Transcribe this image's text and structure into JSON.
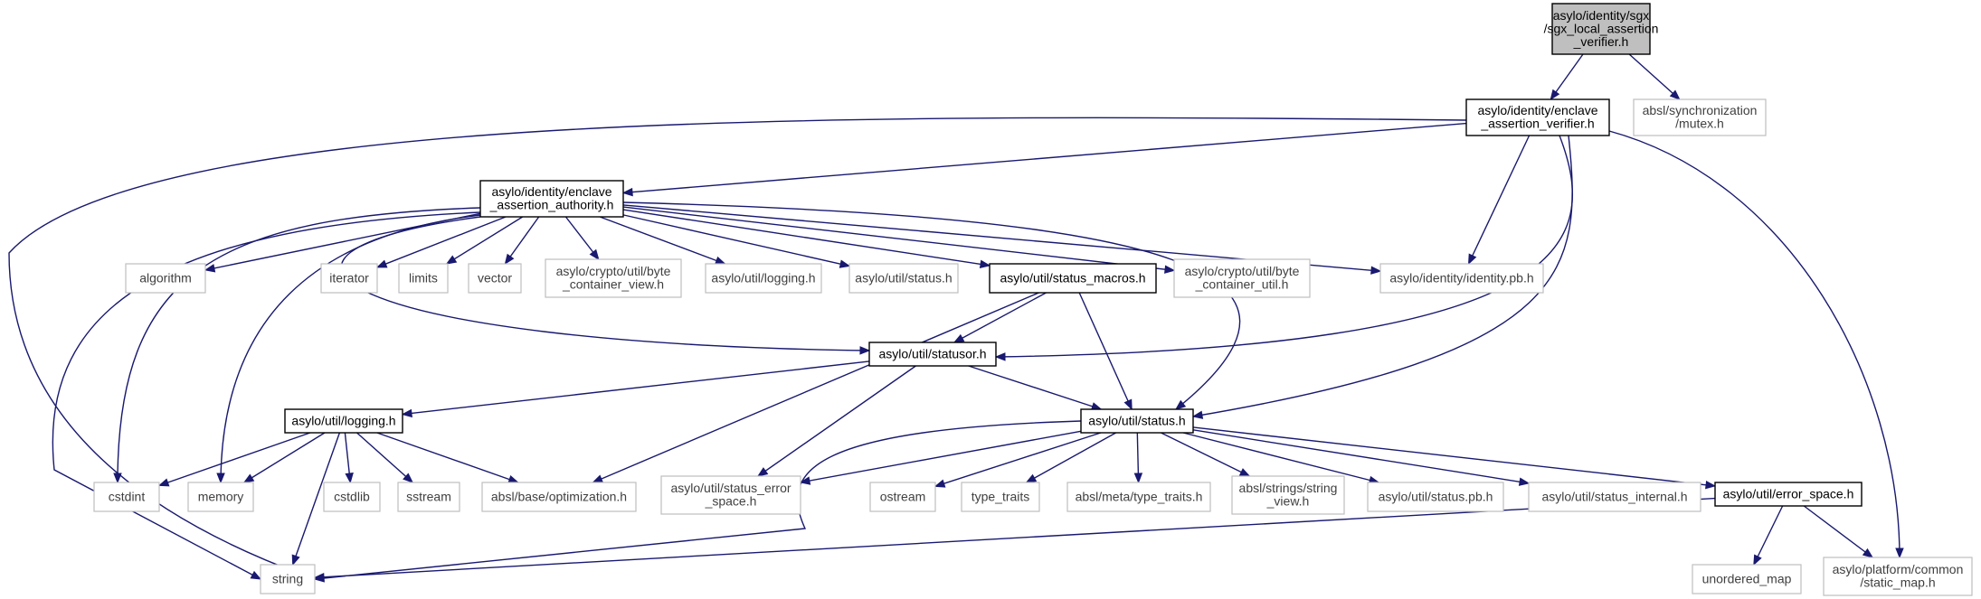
{
  "graph": {
    "nodes": [
      {
        "id": "sgx_local_assertion_verifier",
        "kind": "focus",
        "lines": [
          "asylo/identity/sgx",
          "/sgx_local_assertion",
          "_verifier.h"
        ]
      },
      {
        "id": "enclave_assertion_verifier",
        "kind": "doc",
        "lines": [
          "asylo/identity/enclave",
          "_assertion_verifier.h"
        ]
      },
      {
        "id": "absl_mutex",
        "kind": "ext",
        "lines": [
          "absl/synchronization",
          "/mutex.h"
        ]
      },
      {
        "id": "enclave_assertion_authority",
        "kind": "doc",
        "lines": [
          "asylo/identity/enclave",
          "_assertion_authority.h"
        ]
      },
      {
        "id": "algorithm",
        "kind": "ext",
        "lines": [
          "algorithm"
        ]
      },
      {
        "id": "iterator",
        "kind": "ext",
        "lines": [
          "iterator"
        ]
      },
      {
        "id": "limits",
        "kind": "ext",
        "lines": [
          "limits"
        ]
      },
      {
        "id": "vector",
        "kind": "ext",
        "lines": [
          "vector"
        ]
      },
      {
        "id": "byte_container_view",
        "kind": "ext",
        "lines": [
          "asylo/crypto/util/byte",
          "_container_view.h"
        ]
      },
      {
        "id": "util_logging_ext",
        "kind": "ext",
        "lines": [
          "asylo/util/logging.h"
        ]
      },
      {
        "id": "util_status_ext",
        "kind": "ext",
        "lines": [
          "asylo/util/status.h"
        ]
      },
      {
        "id": "status_macros",
        "kind": "doc",
        "lines": [
          "asylo/util/status_macros.h"
        ]
      },
      {
        "id": "byte_container_util",
        "kind": "ext",
        "lines": [
          "asylo/crypto/util/byte",
          "_container_util.h"
        ]
      },
      {
        "id": "identity_pb",
        "kind": "ext",
        "lines": [
          "asylo/identity/identity.pb.h"
        ]
      },
      {
        "id": "statusor",
        "kind": "doc",
        "lines": [
          "asylo/util/statusor.h"
        ]
      },
      {
        "id": "util_logging",
        "kind": "doc",
        "lines": [
          "asylo/util/logging.h"
        ]
      },
      {
        "id": "util_status",
        "kind": "doc",
        "lines": [
          "asylo/util/status.h"
        ]
      },
      {
        "id": "cstdint",
        "kind": "ext",
        "lines": [
          "cstdint"
        ]
      },
      {
        "id": "memory",
        "kind": "ext",
        "lines": [
          "memory"
        ]
      },
      {
        "id": "cstdlib",
        "kind": "ext",
        "lines": [
          "cstdlib"
        ]
      },
      {
        "id": "sstream",
        "kind": "ext",
        "lines": [
          "sstream"
        ]
      },
      {
        "id": "optimization",
        "kind": "ext",
        "lines": [
          "absl/base/optimization.h"
        ]
      },
      {
        "id": "status_error_space",
        "kind": "ext",
        "lines": [
          "asylo/util/status_error",
          "_space.h"
        ]
      },
      {
        "id": "ostream",
        "kind": "ext",
        "lines": [
          "ostream"
        ]
      },
      {
        "id": "type_traits",
        "kind": "ext",
        "lines": [
          "type_traits"
        ]
      },
      {
        "id": "absl_type_traits",
        "kind": "ext",
        "lines": [
          "absl/meta/type_traits.h"
        ]
      },
      {
        "id": "string_view",
        "kind": "ext",
        "lines": [
          "absl/strings/string",
          "_view.h"
        ]
      },
      {
        "id": "status_pb",
        "kind": "ext",
        "lines": [
          "asylo/util/status.pb.h"
        ]
      },
      {
        "id": "status_internal",
        "kind": "ext",
        "lines": [
          "asylo/util/status_internal.h"
        ]
      },
      {
        "id": "error_space",
        "kind": "doc",
        "lines": [
          "asylo/util/error_space.h"
        ]
      },
      {
        "id": "string",
        "kind": "ext",
        "lines": [
          "string"
        ]
      },
      {
        "id": "unordered_map",
        "kind": "ext",
        "lines": [
          "unordered_map"
        ]
      },
      {
        "id": "static_map",
        "kind": "ext",
        "lines": [
          "asylo/platform/common",
          "/static_map.h"
        ]
      }
    ],
    "edges": [
      [
        "sgx_local_assertion_verifier",
        "enclave_assertion_verifier"
      ],
      [
        "sgx_local_assertion_verifier",
        "absl_mutex"
      ],
      [
        "enclave_assertion_verifier",
        "string"
      ],
      [
        "enclave_assertion_verifier",
        "enclave_assertion_authority"
      ],
      [
        "enclave_assertion_verifier",
        "identity_pb"
      ],
      [
        "enclave_assertion_verifier",
        "statusor"
      ],
      [
        "enclave_assertion_verifier",
        "util_status"
      ],
      [
        "enclave_assertion_verifier",
        "static_map"
      ],
      [
        "enclave_assertion_authority",
        "cstdint"
      ],
      [
        "enclave_assertion_authority",
        "string"
      ],
      [
        "enclave_assertion_authority",
        "memory"
      ],
      [
        "enclave_assertion_authority",
        "algorithm"
      ],
      [
        "enclave_assertion_authority",
        "iterator"
      ],
      [
        "enclave_assertion_authority",
        "limits"
      ],
      [
        "enclave_assertion_authority",
        "vector"
      ],
      [
        "enclave_assertion_authority",
        "byte_container_view"
      ],
      [
        "enclave_assertion_authority",
        "util_logging_ext"
      ],
      [
        "enclave_assertion_authority",
        "util_status_ext"
      ],
      [
        "enclave_assertion_authority",
        "status_macros"
      ],
      [
        "enclave_assertion_authority",
        "byte_container_util"
      ],
      [
        "enclave_assertion_authority",
        "identity_pb"
      ],
      [
        "enclave_assertion_authority",
        "statusor"
      ],
      [
        "enclave_assertion_authority",
        "util_status"
      ],
      [
        "status_macros",
        "statusor"
      ],
      [
        "status_macros",
        "util_status"
      ],
      [
        "status_macros",
        "optimization"
      ],
      [
        "statusor",
        "util_logging"
      ],
      [
        "statusor",
        "util_status"
      ],
      [
        "statusor",
        "status_error_space"
      ],
      [
        "util_logging",
        "cstdint"
      ],
      [
        "util_logging",
        "memory"
      ],
      [
        "util_logging",
        "cstdlib"
      ],
      [
        "util_logging",
        "sstream"
      ],
      [
        "util_logging",
        "optimization"
      ],
      [
        "util_logging",
        "string"
      ],
      [
        "util_status",
        "string"
      ],
      [
        "util_status",
        "status_error_space"
      ],
      [
        "util_status",
        "ostream"
      ],
      [
        "util_status",
        "type_traits"
      ],
      [
        "util_status",
        "absl_type_traits"
      ],
      [
        "util_status",
        "string_view"
      ],
      [
        "util_status",
        "status_pb"
      ],
      [
        "util_status",
        "status_internal"
      ],
      [
        "util_status",
        "error_space"
      ],
      [
        "error_space",
        "string"
      ],
      [
        "error_space",
        "unordered_map"
      ],
      [
        "error_space",
        "static_map"
      ]
    ]
  }
}
